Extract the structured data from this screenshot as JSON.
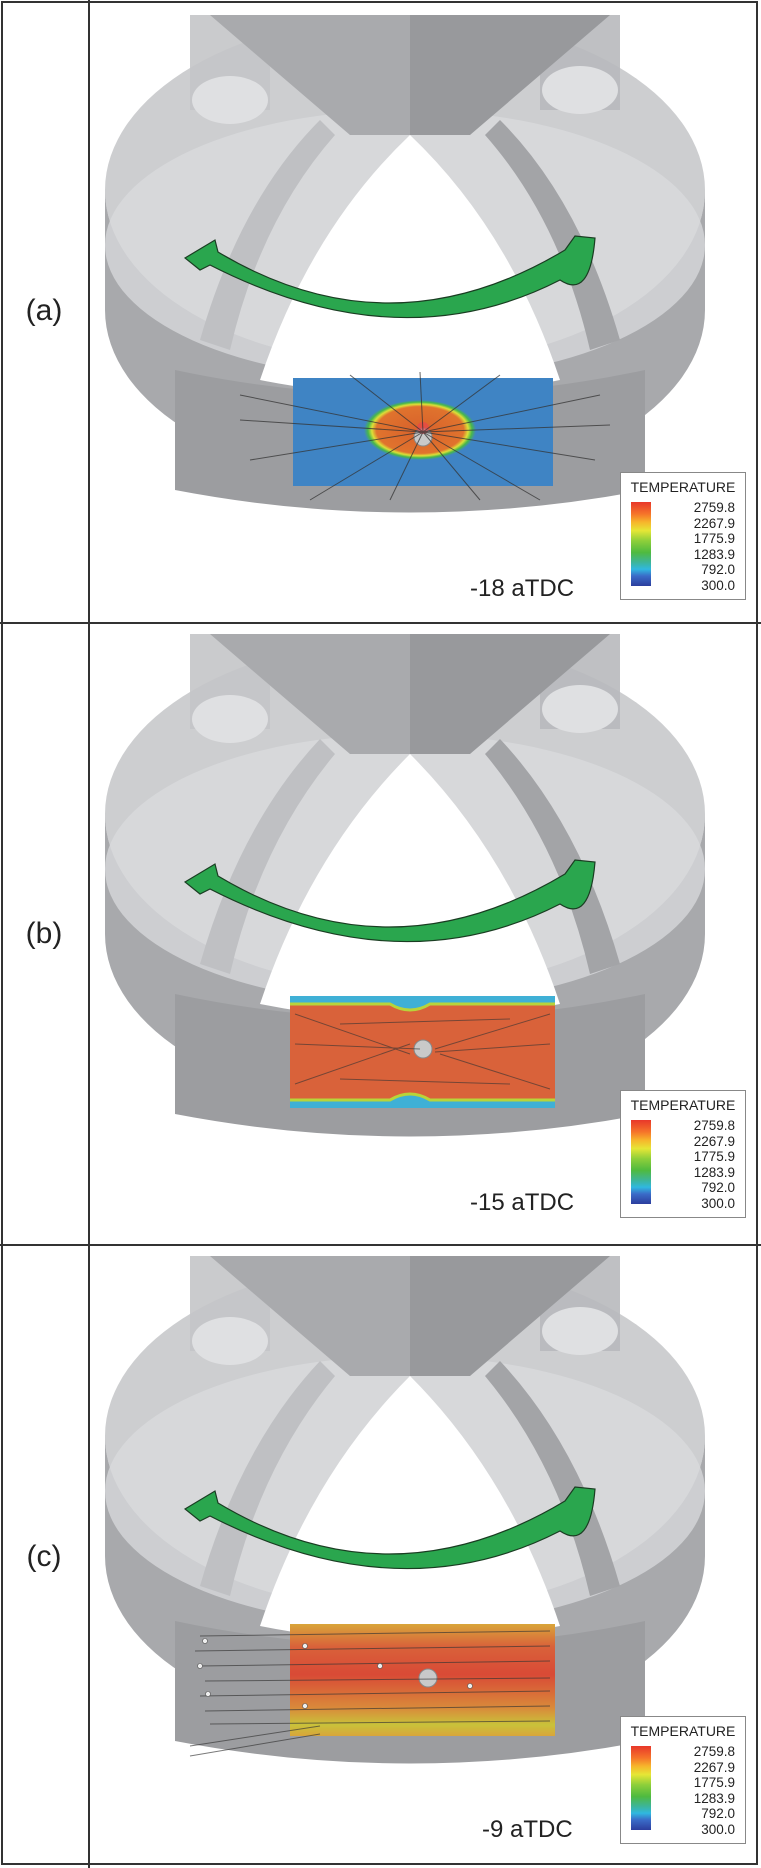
{
  "panels": [
    {
      "label": "(a)",
      "time_label": "-18 aTDC",
      "field": "cold_with_kernel",
      "legend": {
        "title": "TEMPERATURE",
        "values": [
          "2759.8",
          "2267.9",
          "1775.9",
          "1283.9",
          "792.0",
          "300.0"
        ]
      }
    },
    {
      "label": "(b)",
      "time_label": "-15 aTDC",
      "field": "mostly_hot",
      "legend": {
        "title": "TEMPERATURE",
        "values": [
          "2759.8",
          "2267.9",
          "1775.9",
          "1283.9",
          "792.0",
          "300.0"
        ]
      }
    },
    {
      "label": "(c)",
      "time_label": "-9 aTDC",
      "field": "hot_with_yellow_bands",
      "legend": {
        "title": "TEMPERATURE",
        "values": [
          "2759.8",
          "2267.9",
          "1775.9",
          "1283.9",
          "792.0",
          "300.0"
        ]
      }
    }
  ],
  "colors": {
    "swirl_arrow": "#2aa64e",
    "cold": "#3f84c4",
    "hot": "#d9623a",
    "geometry_gray": "#9a9b9e"
  }
}
